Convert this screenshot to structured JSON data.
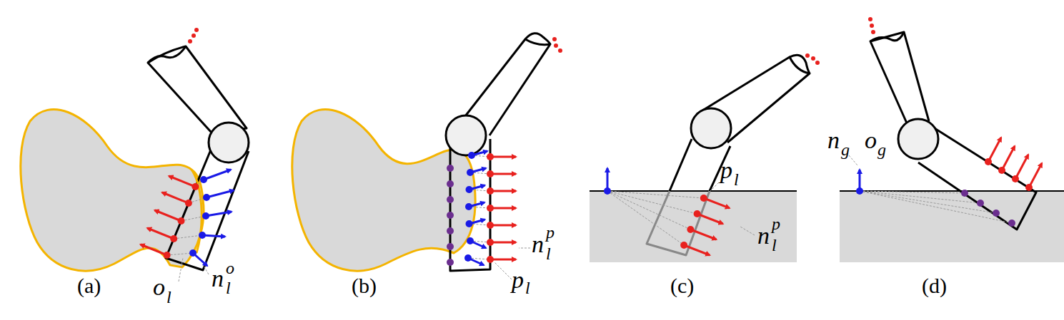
{
  "diagram": {
    "labels": [
      "(a)",
      "(b)",
      "(c)",
      "(d)",
      "o",
      "l",
      "n",
      "l",
      "o",
      "n",
      "l",
      "p",
      "p",
      "l",
      "p",
      "l",
      "n",
      "l",
      "p",
      "n",
      "g",
      "o",
      "g"
    ]
  }
}
